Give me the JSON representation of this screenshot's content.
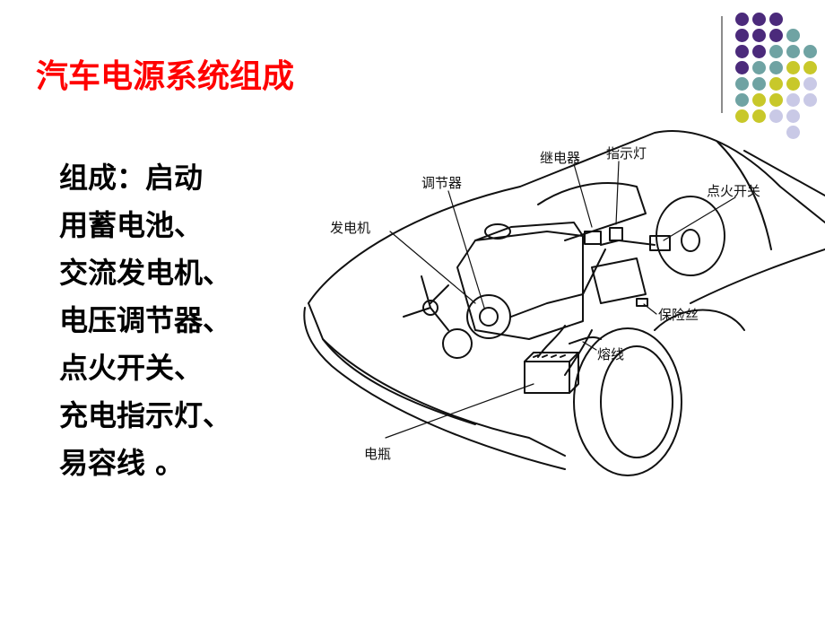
{
  "slide": {
    "title": "汽车电源系统组成",
    "body_lines": [
      "组成：启动",
      "用蓄电池、",
      "交流发电机、",
      "电压调节器、",
      "点火开关、",
      "充电指示灯、",
      "易容线 。"
    ]
  },
  "diagram": {
    "labels": {
      "relay": "继电器",
      "indicator_lamp": "指示灯",
      "regulator": "调节器",
      "ignition_switch": "点火开关",
      "generator": "发电机",
      "fuse": "保险丝",
      "fusible_link": "熔线",
      "battery": "电瓶"
    }
  },
  "decoration": {
    "colors": {
      "purple": "#4b2a7b",
      "teal": "#6fa3a3",
      "yellow": "#c8c82a",
      "lavender": "#c9c9e6",
      "title_red": "#ff0000"
    }
  }
}
